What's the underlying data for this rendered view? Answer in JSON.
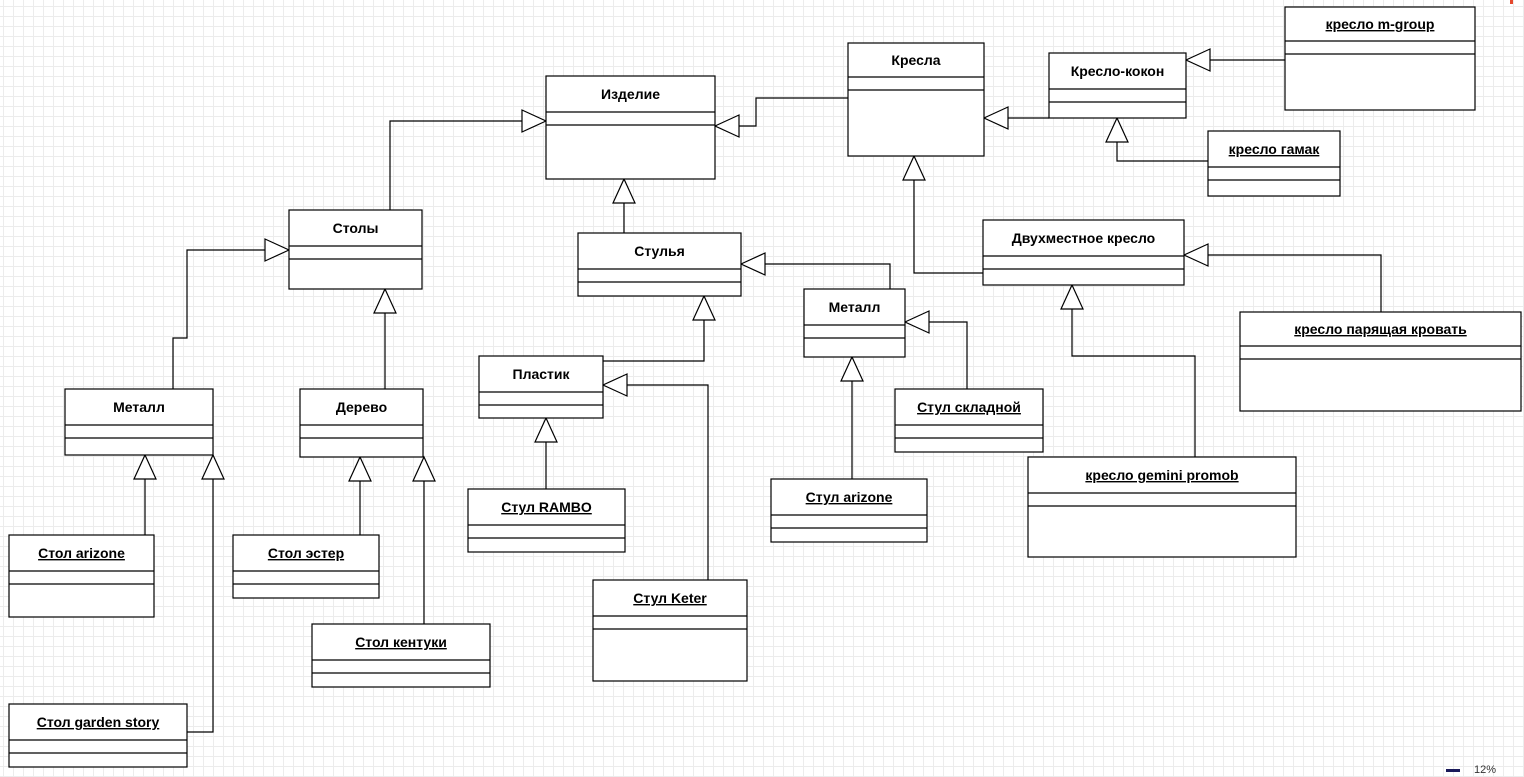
{
  "classes": [
    {
      "id": "izdelie",
      "title": "Изделие",
      "underline": false
    },
    {
      "id": "kresla",
      "title": "Кресла",
      "underline": false
    },
    {
      "id": "kreslo-kokon",
      "title": "Кресло-кокон",
      "underline": false
    },
    {
      "id": "kreslo-m-group",
      "title": "кресло m-group",
      "underline": true
    },
    {
      "id": "kreslo-gamak",
      "title": "кресло гамак",
      "underline": true
    },
    {
      "id": "stoly",
      "title": "Столы",
      "underline": false
    },
    {
      "id": "stulya",
      "title": "Стулья",
      "underline": false
    },
    {
      "id": "dvuhmestnoe-kreslo",
      "title": "Двухместное кресло",
      "underline": false
    },
    {
      "id": "kreslo-paryashchaya-krovat",
      "title": "кресло парящая кровать",
      "underline": true
    },
    {
      "id": "stoly-metall",
      "title": "Металл",
      "underline": false
    },
    {
      "id": "derevo",
      "title": "Дерево",
      "underline": false
    },
    {
      "id": "stulya-metall",
      "title": "Металл",
      "underline": false
    },
    {
      "id": "plastik",
      "title": "Пластик",
      "underline": false
    },
    {
      "id": "stul-skladnoy",
      "title": "Стул складной",
      "underline": true
    },
    {
      "id": "kreslo-gemini-promob",
      "title": "кресло gemini promob",
      "underline": true
    },
    {
      "id": "stul-rambo",
      "title": "Стул RAMBO",
      "underline": true
    },
    {
      "id": "stul-arizone",
      "title": "Стул arizone",
      "underline": true
    },
    {
      "id": "stol-arizone",
      "title": "Стол arizone",
      "underline": true
    },
    {
      "id": "stol-ester",
      "title": "Стол эстер",
      "underline": true
    },
    {
      "id": "stul-keter",
      "title": "Стул Keter",
      "underline": true
    },
    {
      "id": "stol-kentuki",
      "title": "Стол кентуки",
      "underline": true
    },
    {
      "id": "stol-garden-story",
      "title": "Стол garden story",
      "underline": true
    }
  ],
  "generalizations": [
    {
      "from": "stoly",
      "to": "izdelie"
    },
    {
      "from": "kresla",
      "to": "izdelie"
    },
    {
      "from": "stulya",
      "to": "izdelie"
    },
    {
      "from": "kreslo-kokon",
      "to": "kresla"
    },
    {
      "from": "dvuhmestnoe-kreslo",
      "to": "kresla"
    },
    {
      "from": "kreslo-m-group",
      "to": "kreslo-kokon"
    },
    {
      "from": "kreslo-gamak",
      "to": "kreslo-kokon"
    },
    {
      "from": "kreslo-paryashchaya-krovat",
      "to": "dvuhmestnoe-kreslo"
    },
    {
      "from": "kreslo-gemini-promob",
      "to": "dvuhmestnoe-kreslo"
    },
    {
      "from": "stoly-metall",
      "to": "stoly"
    },
    {
      "from": "derevo",
      "to": "stoly"
    },
    {
      "from": "stol-arizone",
      "to": "stoly-metall"
    },
    {
      "from": "stol-garden-story",
      "to": "stoly-metall"
    },
    {
      "from": "stol-ester",
      "to": "derevo"
    },
    {
      "from": "stol-kentuki",
      "to": "derevo"
    },
    {
      "from": "plastik",
      "to": "stulya"
    },
    {
      "from": "stulya-metall",
      "to": "stulya"
    },
    {
      "from": "stul-rambo",
      "to": "plastik"
    },
    {
      "from": "stul-keter",
      "to": "plastik"
    },
    {
      "from": "stul-arizone",
      "to": "stulya-metall"
    },
    {
      "from": "stul-skladnoy",
      "to": "stulya-metall"
    }
  ],
  "zoom": {
    "label": "12%"
  },
  "colors": {
    "accent_mark": "#e5482d",
    "zoom_dash": "#1a1a5a"
  }
}
